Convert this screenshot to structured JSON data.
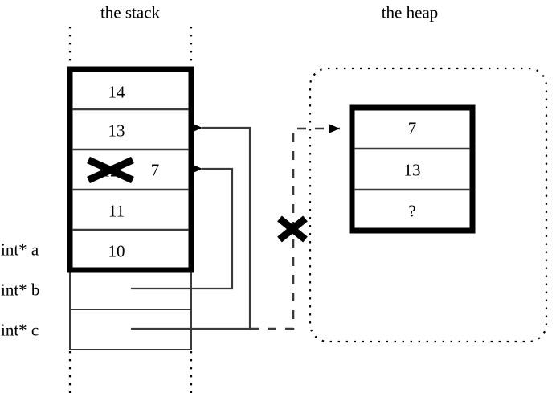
{
  "diagram": {
    "title_stack": "the stack",
    "title_heap": "the heap",
    "ink_color": "#000000",
    "background_color": "#ffffff"
  },
  "stack": {
    "label": "the stack",
    "frame_cells": [
      {
        "value": "14"
      },
      {
        "value": "13"
      },
      {
        "value": "12",
        "struck_out": true,
        "replacement": "7"
      },
      {
        "value": "11"
      },
      {
        "value": "10"
      }
    ],
    "struck_cell": {
      "old_value": "12",
      "new_value": "7",
      "cross_out_icon": "x-strikethrough-icon"
    },
    "pointer_rows": [
      {
        "name": "int* a",
        "label": "int* a"
      },
      {
        "name": "int* b",
        "label": "int* b"
      },
      {
        "name": "int* c",
        "label": "int* c"
      }
    ]
  },
  "heap": {
    "label": "the heap",
    "cells": [
      {
        "value": "7"
      },
      {
        "value": "13"
      },
      {
        "value": "?"
      }
    ]
  },
  "arrows": [
    {
      "name": "pointer-b-arrow",
      "from": "int* b",
      "to": "stack-cell-12-7",
      "style": "solid"
    },
    {
      "name": "pointer-c-arrow-to-stack",
      "from": "int* c",
      "to": "stack-cell-13",
      "style": "solid"
    },
    {
      "name": "pointer-c-arrow-to-heap",
      "from": "int* c",
      "to": "heap-cell-7",
      "style": "dashed",
      "invalidated": true,
      "invalid_marker": "x-cross-icon"
    }
  ]
}
